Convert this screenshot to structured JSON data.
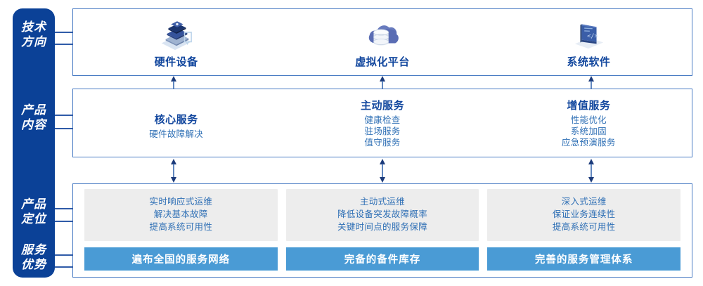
{
  "rail": {
    "labels": [
      {
        "id": "tech-direction",
        "text": "技术方向",
        "line1": "技术",
        "line2": "方向"
      },
      {
        "id": "product-content",
        "text": "产品内容",
        "line1": "产品",
        "line2": "内容"
      },
      {
        "id": "product-position",
        "text": "产品定位",
        "line1": "产品",
        "line2": "定位"
      },
      {
        "id": "service-advantage",
        "text": "服务优势",
        "line1": "服务",
        "line2": "优势"
      }
    ]
  },
  "tech_row": {
    "items": [
      {
        "icon": "server-stack-icon",
        "label": "硬件设备"
      },
      {
        "icon": "cloud-database-icon",
        "label": "虚拟化平台"
      },
      {
        "icon": "laptop-code-icon",
        "label": "系统软件"
      }
    ]
  },
  "content_row": {
    "items": [
      {
        "title": "核心服务",
        "lines": [
          "硬件故障解决"
        ]
      },
      {
        "title": "主动服务",
        "lines": [
          "健康检查",
          "驻场服务",
          "值守服务"
        ]
      },
      {
        "title": "增值服务",
        "lines": [
          "性能优化",
          "系统加固",
          "应急预演服务"
        ]
      }
    ]
  },
  "bottom_row": {
    "items": [
      {
        "gray_lines": [
          "实时响应式运维",
          "解决基本故障",
          "提高系统可用性"
        ],
        "bar": "遍布全国的服务网络"
      },
      {
        "gray_lines": [
          "主动式运维",
          "降低设备突发故障概率",
          "关键时间点的服务保障"
        ],
        "bar": "完备的备件库存"
      },
      {
        "gray_lines": [
          "深入式运维",
          "保证业务连续性",
          "提高系统可用性"
        ],
        "bar": "完善的服务管理体系"
      }
    ]
  },
  "colors": {
    "rail_blue": "#0B4197",
    "accent_blue": "#12479E",
    "border_blue": "#4A7CC4",
    "bar_blue": "#4A9BD5",
    "gray_box": "#EDEDED",
    "text_blue": "#2E6FB5"
  }
}
